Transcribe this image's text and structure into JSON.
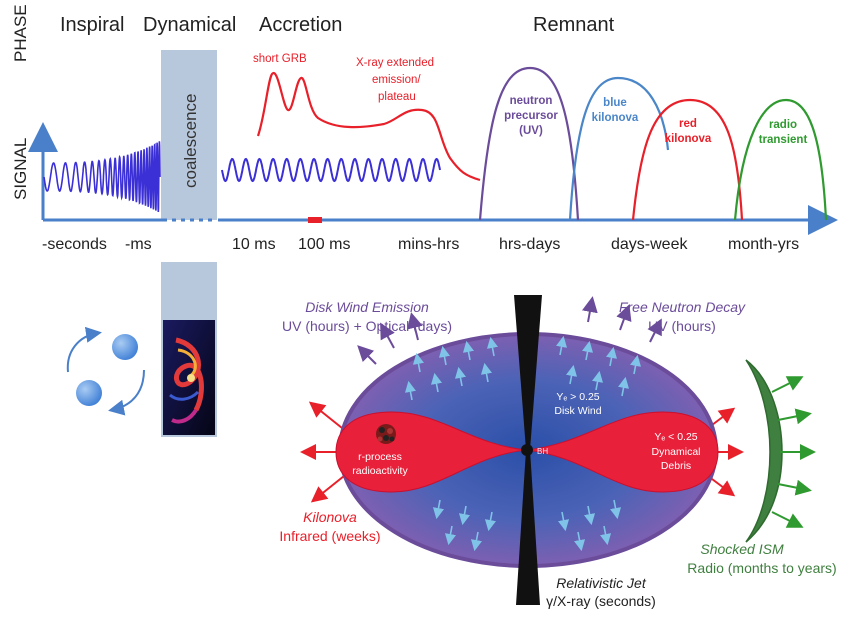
{
  "rows": {
    "phase": "PHASE",
    "signal": "SIGNAL"
  },
  "phases": {
    "inspiral": "Inspiral",
    "dynamical": "Dynamical",
    "accretion": "Accretion",
    "remnant": "Remnant"
  },
  "coalescence": "coalescence",
  "grb": {
    "short": "short GRB",
    "xray_line1": "X-ray extended",
    "xray_line2": "emission/",
    "xray_line3": "plateau"
  },
  "remnant_curves": {
    "neutron": [
      "neutron",
      "precursor",
      "(UV)"
    ],
    "blue": [
      "blue",
      "kilonova"
    ],
    "red": [
      "red",
      "kilonova"
    ],
    "radio": [
      "radio",
      "transient"
    ]
  },
  "time_axis": [
    "-seconds",
    "-ms",
    "10 ms",
    "100 ms",
    "mins-hrs",
    "hrs-days",
    "days-week",
    "month-yrs"
  ],
  "ejecta": {
    "disk_wind_title": "Disk Wind Emission",
    "disk_wind_sub": "UV (hours) + Optical (days)",
    "neutron_decay_title": "Free Neutron Decay",
    "neutron_decay_sub": "UV (hours)",
    "ye_high_line1": "Yₑ > 0.25",
    "ye_high_line2": "Disk Wind",
    "ye_low_line1": "Yₑ < 0.25",
    "ye_low_line2": "Dynamical",
    "ye_low_line3": "Debris",
    "rprocess_line1": "r-process",
    "rprocess_line2": "radioactivity",
    "bh": "BH",
    "kilonova_title": "Kilonova",
    "kilonova_sub": "Infrared (weeks)",
    "shocked_title": "Shocked ISM",
    "shocked_sub": "Radio (months to years)",
    "jet_title": "Relativistic Jet",
    "jet_sub": "γ/X-ray (seconds)"
  },
  "colors": {
    "black_text": "#222222",
    "red": "#e8202a",
    "blue_wave": "#3b2fd6",
    "axis_blue": "#4a7fc9",
    "purple": "#6b4c9a",
    "blue_kilonova": "#4a86c8",
    "green": "#2f9a2f",
    "green_dark": "#3f7f3f",
    "grey_panel": "#b8c8dc"
  }
}
